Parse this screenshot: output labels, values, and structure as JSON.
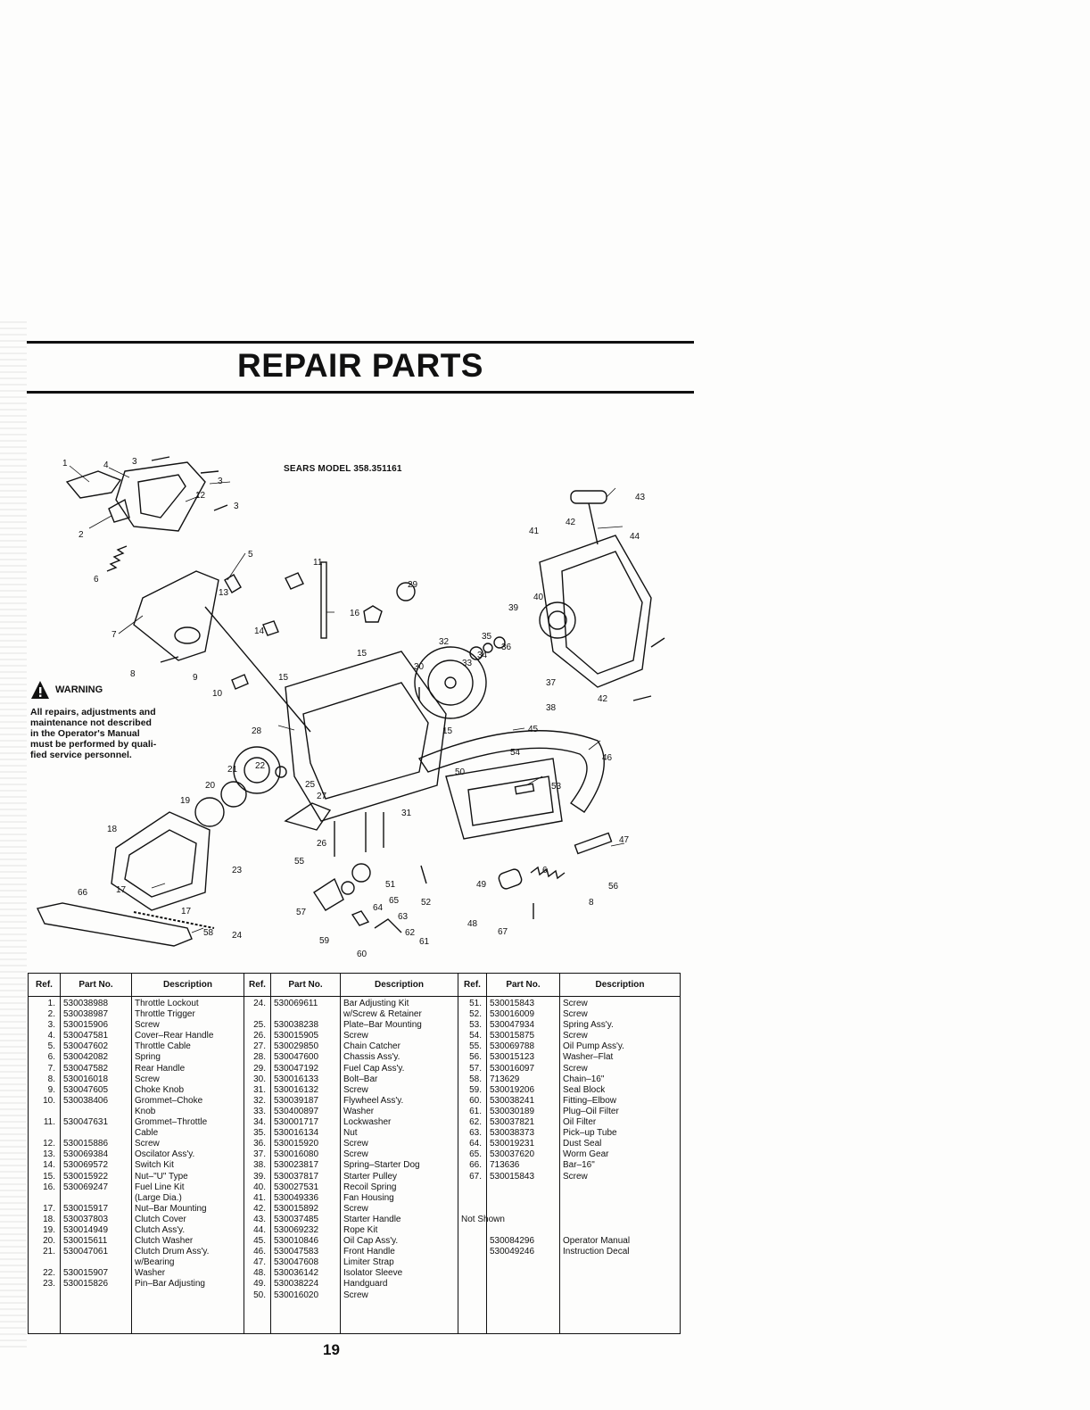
{
  "title": "REPAIR PARTS",
  "model": "SEARS MODEL 358.351161",
  "warning": {
    "heading": "WARNING",
    "text": "All repairs, adjustments and maintenance not described in the Operator's Manual must be performed by qualified service personnel.",
    "lines": [
      "All repairs, adjustments and",
      "maintenance not described",
      "in the Operator's Manual",
      "must be performed by quali-",
      "fied service personnel."
    ]
  },
  "table": {
    "headers": [
      "Ref.",
      "Part No.",
      "Description",
      "Ref.",
      "Part No.",
      "Description",
      "Ref.",
      "Part No.",
      "Description"
    ],
    "col1": {
      "ref": [
        "1.",
        "2.",
        "3.",
        "4.",
        "5.",
        "6.",
        "7.",
        "8.",
        "9.",
        "10.",
        "",
        "11.",
        "",
        "12.",
        "13.",
        "14.",
        "15.",
        "16.",
        "",
        "17.",
        "18.",
        "19.",
        "20.",
        "21.",
        "",
        "22.",
        "23."
      ],
      "part": [
        "530038988",
        "530038987",
        "530015906",
        "530047581",
        "530047602",
        "530042082",
        "530047582",
        "530016018",
        "530047605",
        "530038406",
        "",
        "530047631",
        "",
        "530015886",
        "530069384",
        "530069572",
        "530015922",
        "530069247",
        "",
        "530015917",
        "530037803",
        "530014949",
        "530015611",
        "530047061",
        "",
        "530015907",
        "530015826"
      ],
      "desc": [
        "Throttle Lockout",
        "Throttle Trigger",
        "Screw",
        "Cover–Rear Handle",
        "Throttle Cable",
        "Spring",
        "Rear Handle",
        "Screw",
        "Choke Knob",
        "Grommet–Choke",
        "  Knob",
        "Grommet–Throttle",
        "  Cable",
        "Screw",
        "Oscilator Ass'y.",
        "Switch Kit",
        "Nut–\"U\" Type",
        "Fuel Line Kit",
        "  (Large Dia.)",
        "Nut–Bar Mounting",
        "Clutch Cover",
        "Clutch Ass'y.",
        "Clutch Washer",
        "Clutch Drum Ass'y.",
        "  w/Bearing",
        "Washer",
        "Pin–Bar Adjusting"
      ]
    },
    "col2": {
      "ref": [
        "24.",
        "",
        "25.",
        "26.",
        "27.",
        "28.",
        "29.",
        "30.",
        "31.",
        "32.",
        "33.",
        "34.",
        "35.",
        "36.",
        "37.",
        "38.",
        "39.",
        "40.",
        "41.",
        "42.",
        "43.",
        "44.",
        "45.",
        "46.",
        "47.",
        "48.",
        "49.",
        "50."
      ],
      "part": [
        "530069611",
        "",
        "530038238",
        "530015905",
        "530029850",
        "530047600",
        "530047192",
        "530016133",
        "530016132",
        "530039187",
        "530400897",
        "530001717",
        "530016134",
        "530015920",
        "530016080",
        "530023817",
        "530037817",
        "530027531",
        "530049336",
        "530015892",
        "530037485",
        "530069232",
        "530010846",
        "530047583",
        "530047608",
        "530036142",
        "530038224",
        "530016020"
      ],
      "desc": [
        "Bar Adjusting Kit",
        "  w/Screw & Retainer",
        "Plate–Bar Mounting",
        "Screw",
        "Chain Catcher",
        "Chassis Ass'y.",
        "Fuel Cap Ass'y.",
        "Bolt–Bar",
        "Screw",
        "Flywheel Ass'y.",
        "Washer",
        "Lockwasher",
        "Nut",
        "Screw",
        "Screw",
        "Spring–Starter Dog",
        "Starter Pulley",
        "Recoil Spring",
        "Fan Housing",
        "Screw",
        "Starter Handle",
        "Rope Kit",
        "Oil Cap Ass'y.",
        "Front Handle",
        "Limiter Strap",
        "Isolator Sleeve",
        "Handguard",
        "Screw"
      ]
    },
    "col3": {
      "ref": [
        "51.",
        "52.",
        "53.",
        "54.",
        "55.",
        "56.",
        "57.",
        "58.",
        "59.",
        "60.",
        "61.",
        "62.",
        "63.",
        "64.",
        "65.",
        "66.",
        "67."
      ],
      "part": [
        "530015843",
        "530016009",
        "530047934",
        "530015875",
        "530069788",
        "530015123",
        "530016097",
        "713629",
        "530019206",
        "530038241",
        "530030189",
        "530037821",
        "530038373",
        "530019231",
        "530037620",
        "713636",
        "530015843"
      ],
      "desc": [
        "Screw",
        "Screw",
        "Spring Ass'y.",
        "Screw",
        "Oil Pump Ass'y.",
        "Washer–Flat",
        "Screw",
        "Chain–16\"",
        "Seal Block",
        "Fitting–Elbow",
        "Plug–Oil Filter",
        "Oil Filter",
        "Pick–up Tube",
        "Dust Seal",
        "Worm Gear",
        "Bar–16\"",
        "Screw"
      ],
      "not_shown_label": "Not Shown",
      "not_shown": [
        {
          "part": "530084296",
          "desc": "Operator Manual"
        },
        {
          "part": "530049246",
          "desc": "Instruction Decal"
        }
      ]
    }
  },
  "callouts": [
    "1",
    "2",
    "3",
    "3",
    "3",
    "4",
    "5",
    "6",
    "7",
    "8",
    "9",
    "10",
    "11",
    "12",
    "13",
    "14",
    "15",
    "15",
    "15",
    "16",
    "17",
    "17",
    "18",
    "19",
    "20",
    "21",
    "22",
    "23",
    "24",
    "25",
    "26",
    "27",
    "28",
    "29",
    "30",
    "31",
    "32",
    "33",
    "34",
    "35",
    "36",
    "37",
    "38",
    "39",
    "40",
    "41",
    "42",
    "42",
    "43",
    "44",
    "45",
    "46",
    "47",
    "48",
    "49",
    "50",
    "51",
    "52",
    "53",
    "54",
    "55",
    "56",
    "57",
    "58",
    "59",
    "60",
    "61",
    "62",
    "63",
    "64",
    "65",
    "66",
    "67",
    "6",
    "8"
  ],
  "page_number": "19"
}
